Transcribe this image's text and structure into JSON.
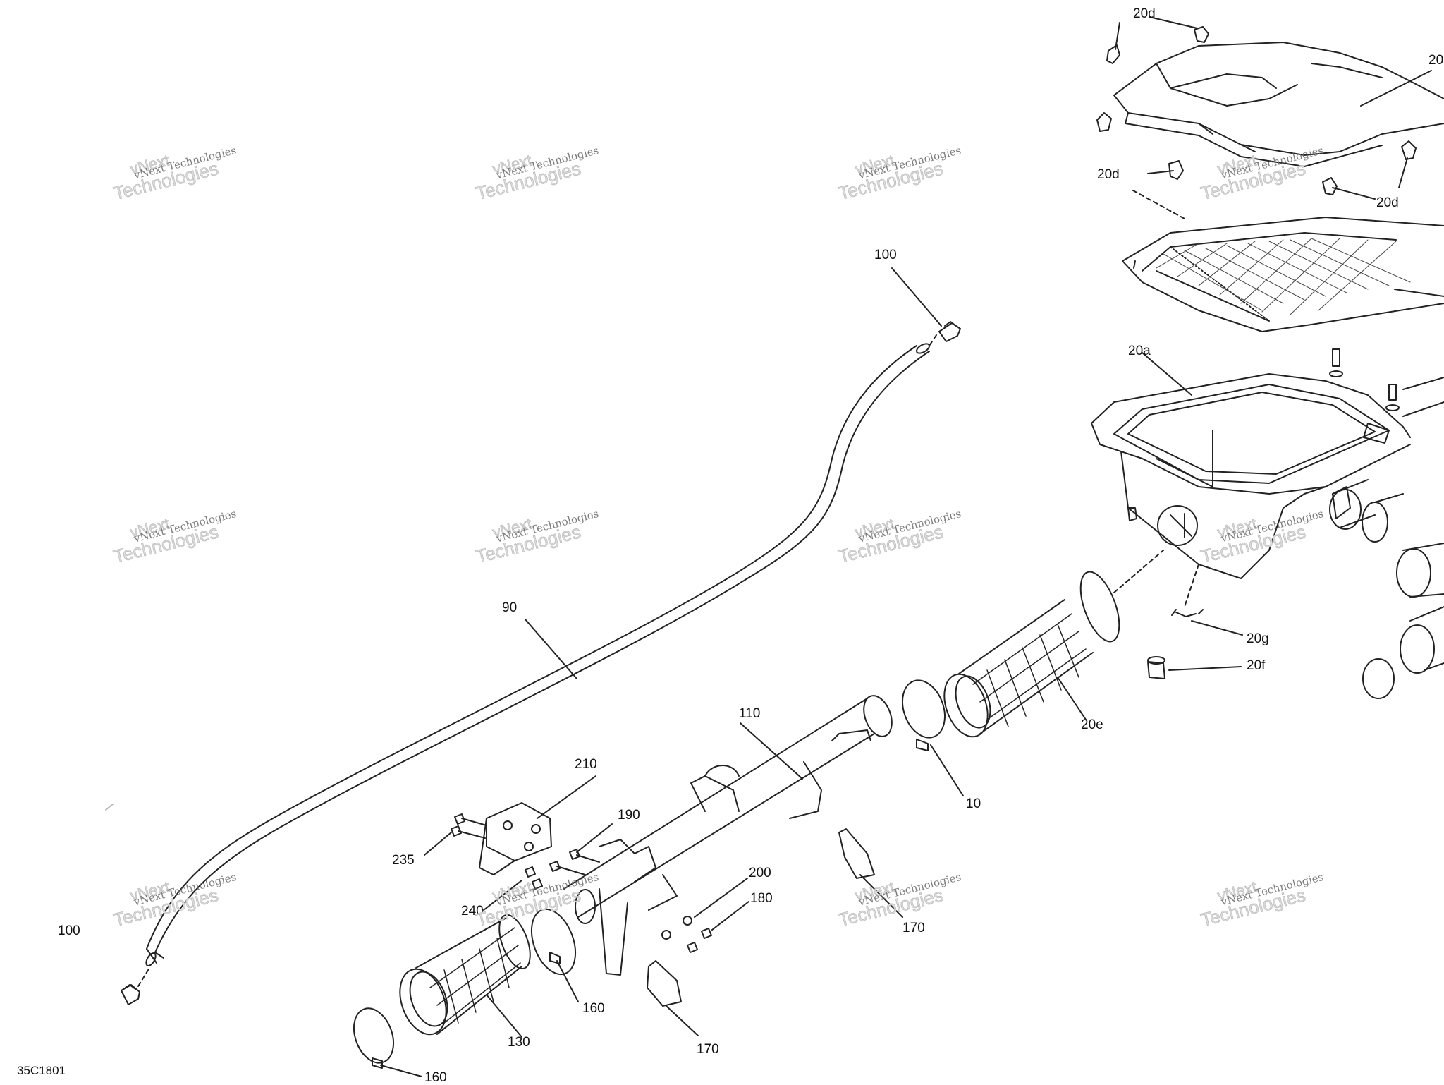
{
  "diagram": {
    "code": "35C1801",
    "callouts": [
      {
        "id": "20d_a",
        "text": "20d"
      },
      {
        "id": "20d_b",
        "text": "20d"
      },
      {
        "id": "20d_c",
        "text": "20d"
      },
      {
        "id": "20d_top",
        "text": "20"
      },
      {
        "id": "100_top",
        "text": "100"
      },
      {
        "id": "20a",
        "text": "20a"
      },
      {
        "id": "90",
        "text": "90"
      },
      {
        "id": "20g",
        "text": "20g"
      },
      {
        "id": "20f",
        "text": "20f"
      },
      {
        "id": "20e",
        "text": "20e"
      },
      {
        "id": "110",
        "text": "110"
      },
      {
        "id": "10",
        "text": "10"
      },
      {
        "id": "210",
        "text": "210"
      },
      {
        "id": "190",
        "text": "190"
      },
      {
        "id": "235",
        "text": "235"
      },
      {
        "id": "200",
        "text": "200"
      },
      {
        "id": "180",
        "text": "180"
      },
      {
        "id": "240",
        "text": "240"
      },
      {
        "id": "100_bottom",
        "text": "100"
      },
      {
        "id": "170_right",
        "text": "170"
      },
      {
        "id": "160_mid",
        "text": "160"
      },
      {
        "id": "130",
        "text": "130"
      },
      {
        "id": "170_bottom",
        "text": "170"
      },
      {
        "id": "160_bottom",
        "text": "160"
      }
    ],
    "watermark": {
      "line1": "vNext Technologies",
      "line2": "Technologies",
      "line3": "vNext"
    }
  }
}
